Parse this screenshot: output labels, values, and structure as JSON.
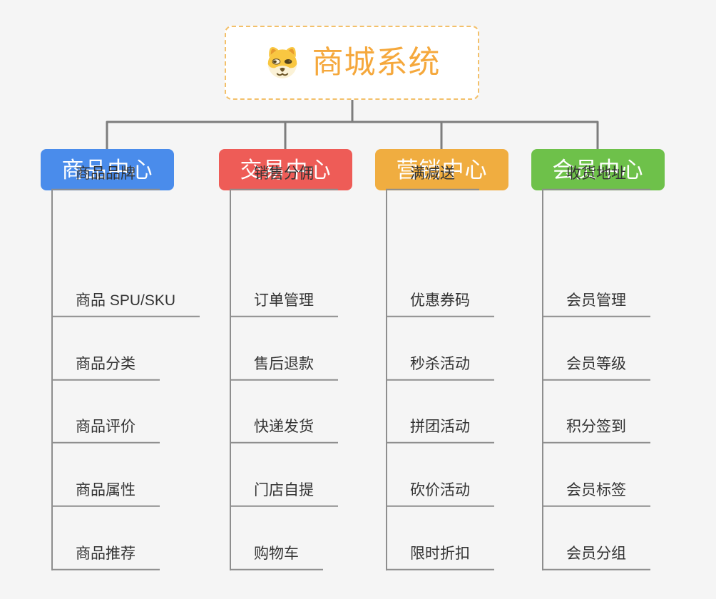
{
  "canvas": {
    "background": "#f5f5f5",
    "connector_color": "#7d7d7d",
    "leaf_line_color": "#8e8e8e",
    "leaf_text_color": "#333333"
  },
  "root": {
    "title": "商城系统",
    "title_color": "#f5a83c",
    "border_color": "#f3c06a",
    "icon": "doge-dog-icon"
  },
  "branches": [
    {
      "label": "商品中心",
      "color": "#4a8ceb",
      "items": [
        "商品 SPU/SKU",
        "商品分类",
        "商品评价",
        "商品属性",
        "商品推荐",
        "商品品牌"
      ]
    },
    {
      "label": "交易中心",
      "color": "#ee5c57",
      "items": [
        "订单管理",
        "售后退款",
        "快递发货",
        "门店自提",
        "购物车",
        "销售分佣"
      ]
    },
    {
      "label": "营销中心",
      "color": "#f0ad40",
      "items": [
        "优惠券码",
        "秒杀活动",
        "拼团活动",
        "砍价活动",
        "限时折扣",
        "满减送"
      ]
    },
    {
      "label": "会员中心",
      "color": "#6ec14a",
      "items": [
        "会员管理",
        "会员等级",
        "积分签到",
        "会员标签",
        "会员分组",
        "收货地址"
      ]
    }
  ]
}
